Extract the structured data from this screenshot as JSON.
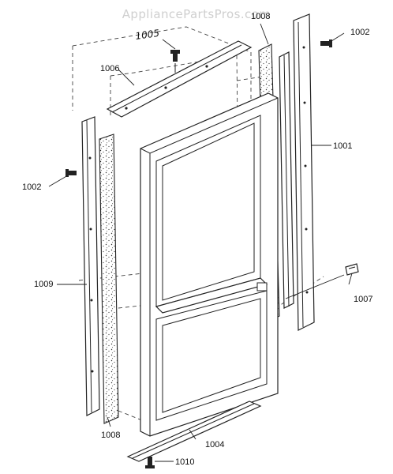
{
  "watermark": "AppliancePartsPros.com",
  "handwritten_label": "1005",
  "callouts": {
    "c1001": "1001",
    "c1002_top": "1002",
    "c1002_left": "1002",
    "c1004": "1004",
    "c1006": "1006",
    "c1007": "1007",
    "c1008_top": "1008",
    "c1008_bottom": "1008",
    "c1009": "1009",
    "c1010": "1010"
  }
}
